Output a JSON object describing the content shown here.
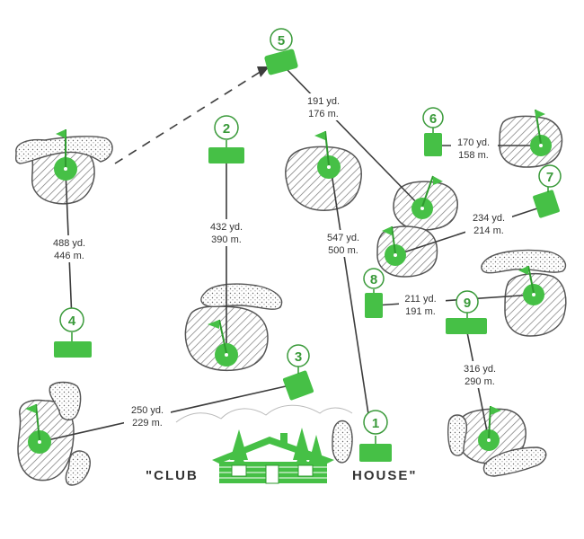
{
  "colors": {
    "green": "#46c046",
    "green_dark": "#2f9a2f",
    "line": "#3c3c3c",
    "hatch": "#777777",
    "text": "#333333"
  },
  "clubhouse": {
    "left_label": "\"CLUB",
    "right_label": "HOUSE\""
  },
  "holes": [
    {
      "number": "1",
      "yards": "547 yd.",
      "meters": "500 m."
    },
    {
      "number": "2",
      "yards": "432 yd.",
      "meters": "390 m."
    },
    {
      "number": "3",
      "yards": "250 yd.",
      "meters": "229 m."
    },
    {
      "number": "4",
      "yards": "488 yd.",
      "meters": "446 m."
    },
    {
      "number": "5",
      "yards": "191 yd.",
      "meters": "176 m."
    },
    {
      "number": "6",
      "yards": "170 yd.",
      "meters": "158 m."
    },
    {
      "number": "7",
      "yards": "234 yd.",
      "meters": "214 m."
    },
    {
      "number": "8",
      "yards": "211 yd.",
      "meters": "191 m."
    },
    {
      "number": "9",
      "yards": "316 yd.",
      "meters": "290 m."
    }
  ]
}
